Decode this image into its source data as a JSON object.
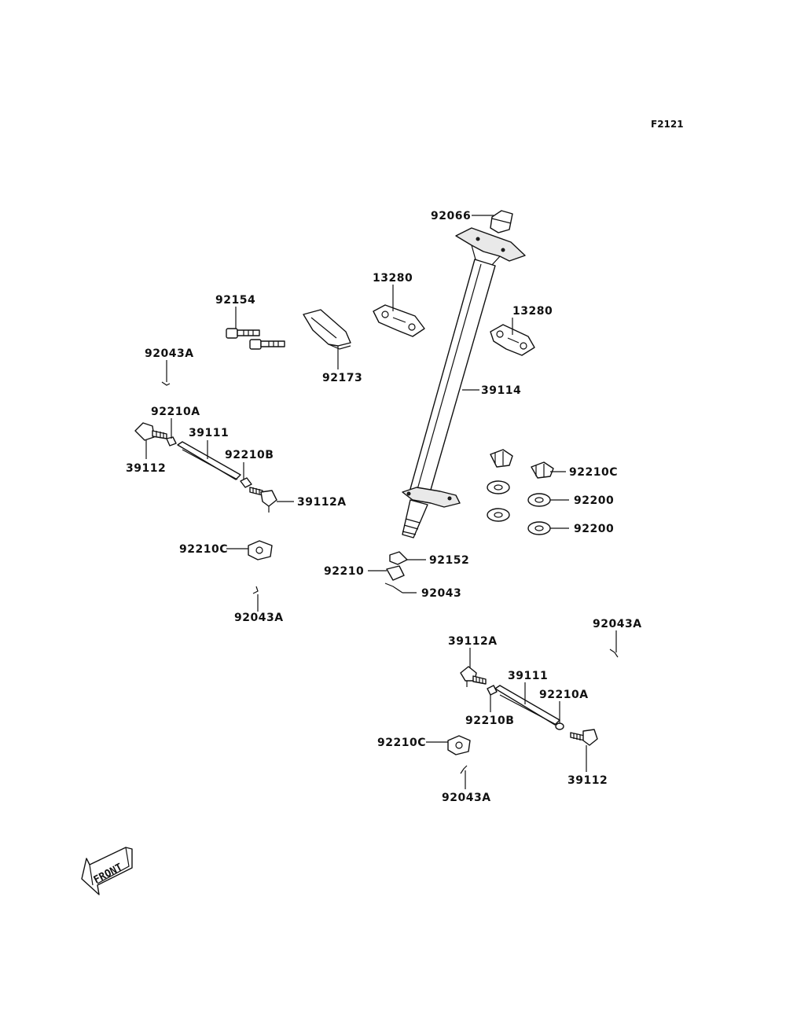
{
  "figure_code": "F2121",
  "front_label": "FRONT",
  "callouts": [
    {
      "id": "92066",
      "text": "92066"
    },
    {
      "id": "13280-a",
      "text": "13280"
    },
    {
      "id": "13280-b",
      "text": "13280"
    },
    {
      "id": "92154",
      "text": "92154"
    },
    {
      "id": "92173",
      "text": "92173"
    },
    {
      "id": "39114",
      "text": "39114"
    },
    {
      "id": "92043A-a",
      "text": "92043A"
    },
    {
      "id": "92210A-a",
      "text": "92210A"
    },
    {
      "id": "39111-a",
      "text": "39111"
    },
    {
      "id": "92210B-a",
      "text": "92210B"
    },
    {
      "id": "39112-a",
      "text": "39112"
    },
    {
      "id": "39112A-a",
      "text": "39112A"
    },
    {
      "id": "92210C-a",
      "text": "92210C"
    },
    {
      "id": "92200-a",
      "text": "92200"
    },
    {
      "id": "92200-b",
      "text": "92200"
    },
    {
      "id": "92210C-b",
      "text": "92210C"
    },
    {
      "id": "92043A-b",
      "text": "92043A"
    },
    {
      "id": "92152",
      "text": "92152"
    },
    {
      "id": "92210",
      "text": "92210"
    },
    {
      "id": "92043",
      "text": "92043"
    },
    {
      "id": "92043A-c",
      "text": "92043A"
    },
    {
      "id": "39112A-b",
      "text": "39112A"
    },
    {
      "id": "39111-b",
      "text": "39111"
    },
    {
      "id": "92210A-b",
      "text": "92210A"
    },
    {
      "id": "92210B-b",
      "text": "92210B"
    },
    {
      "id": "92210C-c",
      "text": "92210C"
    },
    {
      "id": "39112-b",
      "text": "39112"
    },
    {
      "id": "92043A-d",
      "text": "92043A"
    }
  ]
}
